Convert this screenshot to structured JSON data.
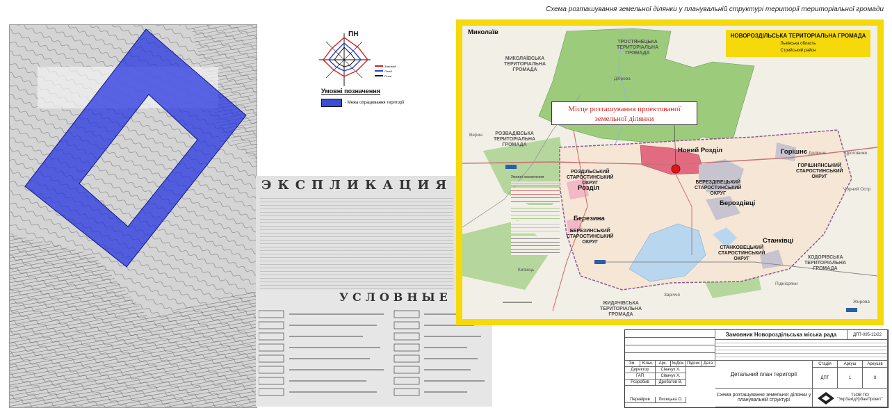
{
  "header": {
    "title": "Схема розташування земельної ділянки у планувальній структурі території територіальної громади"
  },
  "left_legend": {
    "north": "ПН",
    "legend_title": "Умовні позначення",
    "boundary_label": "- Межа опрацювання території",
    "wind_items": [
      "Зимовий",
      "Літній",
      "Річна"
    ]
  },
  "explication": {
    "title": "ЭКСПЛИКАЦИЯ"
  },
  "conventions": {
    "title": "УСЛОВНЫЕ ОБОЗНАЧЕНИЯ"
  },
  "map": {
    "hromada_name": "НОВОРОЗДІЛЬСЬКА ТЕРИТОРІАЛЬНА ГРОМАДА",
    "hromada_sub1": "Львівська область",
    "hromada_sub2": "Стрийський район",
    "callout_line1": "Місце розташування проектованої",
    "callout_line2": "земельної ділянки",
    "labels": {
      "mykolaiv": "Миколаїв",
      "trostianets": "ТРОСТЯНЕЦЬКА\nТЕРИТОРІАЛЬНА\nГРОМАДА",
      "mykolaivska": "МИКОЛАЇВСЬКА\nТЕРИТОРІАЛЬНА\nГРОМАДА",
      "rozvadivska": "РОЗВАДІВСЬКА\nТЕРИТОРІАЛЬНА\nГРОМАДА",
      "novyi_rozdil": "Новий Розділ",
      "rozdilskyi": "РОЗДІЛЬСЬКИЙ\nСТАРОСТИНСЬКИЙ\nОКРУГ",
      "rozdil": "Розділ",
      "berezdivetskyi": "БЕРЕЗДІВЕЦЬКИЙ\nСТАРОСТИНСЬКИЙ\nОКРУГ",
      "berezdivtsi": "Бероздівці",
      "horishnianskyi": "ГОРІШНЯНСЬКИЙ\nСТАРОСТИНСЬКИЙ\nОКРУГ",
      "horishne": "Горішнє",
      "doliane": "Долішнє",
      "berezyna": "Березина",
      "berezynskyi": "БЕРЕЗИНСЬКИЙ\nСТАРОСТИНСЬКИЙ\nОКРУГ",
      "stankivetskyi": "СТАНКОВЕЦЬКИЙ\nСТАРОСТИНСЬКИЙ\nОКРУГ",
      "stankivtsi": "Станківці",
      "khodorivska": "ХОДОРІВСЬКА\nТЕРИТОРІАЛЬНА\nГРОМАДА",
      "zhydachivska": "ЖИДАЧІВСЬКА\nТЕРИТОРІАЛЬНА\nГРОМАДА",
      "verin": "Верин",
      "kyivets": "Київець",
      "zarichne": "Заріччя",
      "pidnistriany": "Піднісряни",
      "chornyi_ostriv": "Чорний Остр",
      "zhyrova": "Жирова",
      "drohovyzhe": "Дроговиже",
      "dubrova": "Діброва"
    },
    "mini_legend_title": "Умовні позначення"
  },
  "title_block": {
    "client": "Замовник Новороздільська міська рада",
    "code": "ДПТ-095-12/22",
    "header_cols": [
      "Зм.",
      "Кільк.",
      "Арк.",
      "№Док.",
      "Підпис",
      "Дата"
    ],
    "roles": [
      {
        "role": "Директор",
        "name": "Сівачук Х."
      },
      {
        "role": "ГАП",
        "name": "Сівачук Х."
      },
      {
        "role": "Розробив",
        "name": "Дробатов В."
      },
      {
        "role": "Перевірив",
        "name": "Лисецька О."
      }
    ],
    "doc_name": "Детальний план території",
    "stage_label": "Стадія",
    "sheet_label": "Аркуш",
    "sheets_label": "Аркушів",
    "stage": "ДПТ",
    "sheet": "1",
    "sheets": "8",
    "drawing_name": "Схема розташування земельної ділянки у планувальній структурі",
    "company": "ТзОВ ПО \"УкрЗахідУрбанПроект\""
  }
}
